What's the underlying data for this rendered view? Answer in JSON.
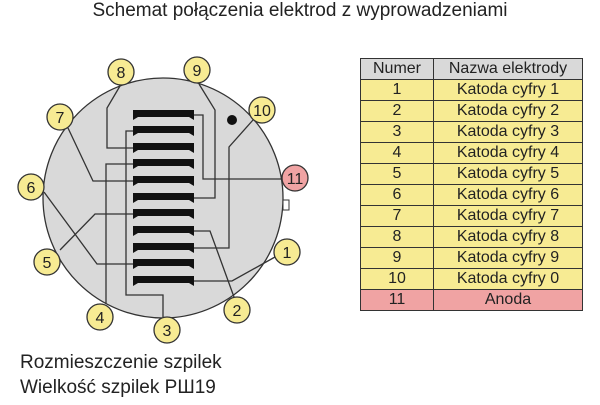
{
  "title": "Schemat połączenia elektrod z wyprowadzeniami",
  "pins": [
    {
      "label": "1",
      "color": "#f7eb93"
    },
    {
      "label": "2",
      "color": "#f7eb93"
    },
    {
      "label": "3",
      "color": "#f7eb93"
    },
    {
      "label": "4",
      "color": "#f7eb93"
    },
    {
      "label": "5",
      "color": "#f7eb93"
    },
    {
      "label": "6",
      "color": "#f7eb93"
    },
    {
      "label": "7",
      "color": "#f7eb93"
    },
    {
      "label": "8",
      "color": "#f7eb93"
    },
    {
      "label": "9",
      "color": "#f7eb93"
    },
    {
      "label": "10",
      "color": "#f7eb93"
    },
    {
      "label": "11",
      "color": "#f0a3a3"
    }
  ],
  "table": {
    "headers": [
      "Numer",
      "Nazwa elektrody"
    ],
    "rows": [
      [
        "1",
        "Katoda cyfry 1"
      ],
      [
        "2",
        "Katoda cyfry 2"
      ],
      [
        "3",
        "Katoda cyfry 3"
      ],
      [
        "4",
        "Katoda cyfry 4"
      ],
      [
        "5",
        "Katoda cyfry 5"
      ],
      [
        "6",
        "Katoda cyfry 6"
      ],
      [
        "7",
        "Katoda cyfry 7"
      ],
      [
        "8",
        "Katoda cyfry 8"
      ],
      [
        "9",
        "Katoda cyfry 9"
      ],
      [
        "10",
        "Katoda cyfry 0"
      ],
      [
        "11",
        "Anoda"
      ]
    ]
  },
  "footer": {
    "line1": "Rozmieszczenie szpilek",
    "line2": "Wielkość szpilek РШ19"
  }
}
